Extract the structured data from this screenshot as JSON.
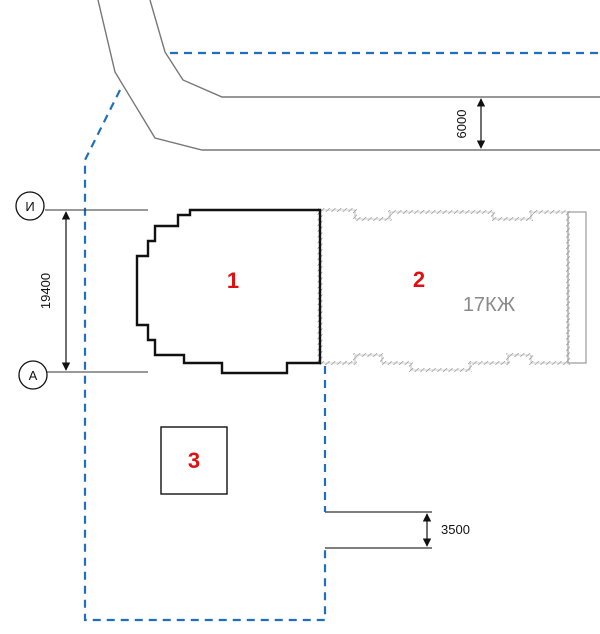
{
  "buildings": [
    {
      "id": "1",
      "label": "1"
    },
    {
      "id": "2",
      "label": "2",
      "code": "17КЖ"
    },
    {
      "id": "3",
      "label": "3"
    }
  ],
  "axes": [
    {
      "name": "axis-i",
      "label": "И"
    },
    {
      "name": "axis-a",
      "label": "А"
    }
  ],
  "dimensions": {
    "building_length": "19400",
    "road_width": "6000",
    "driveway_width": "3500"
  },
  "colors": {
    "boundary_dashed": "#1f6fbf",
    "building_labels": "#e01010",
    "code_text": "#8a8a8a"
  }
}
